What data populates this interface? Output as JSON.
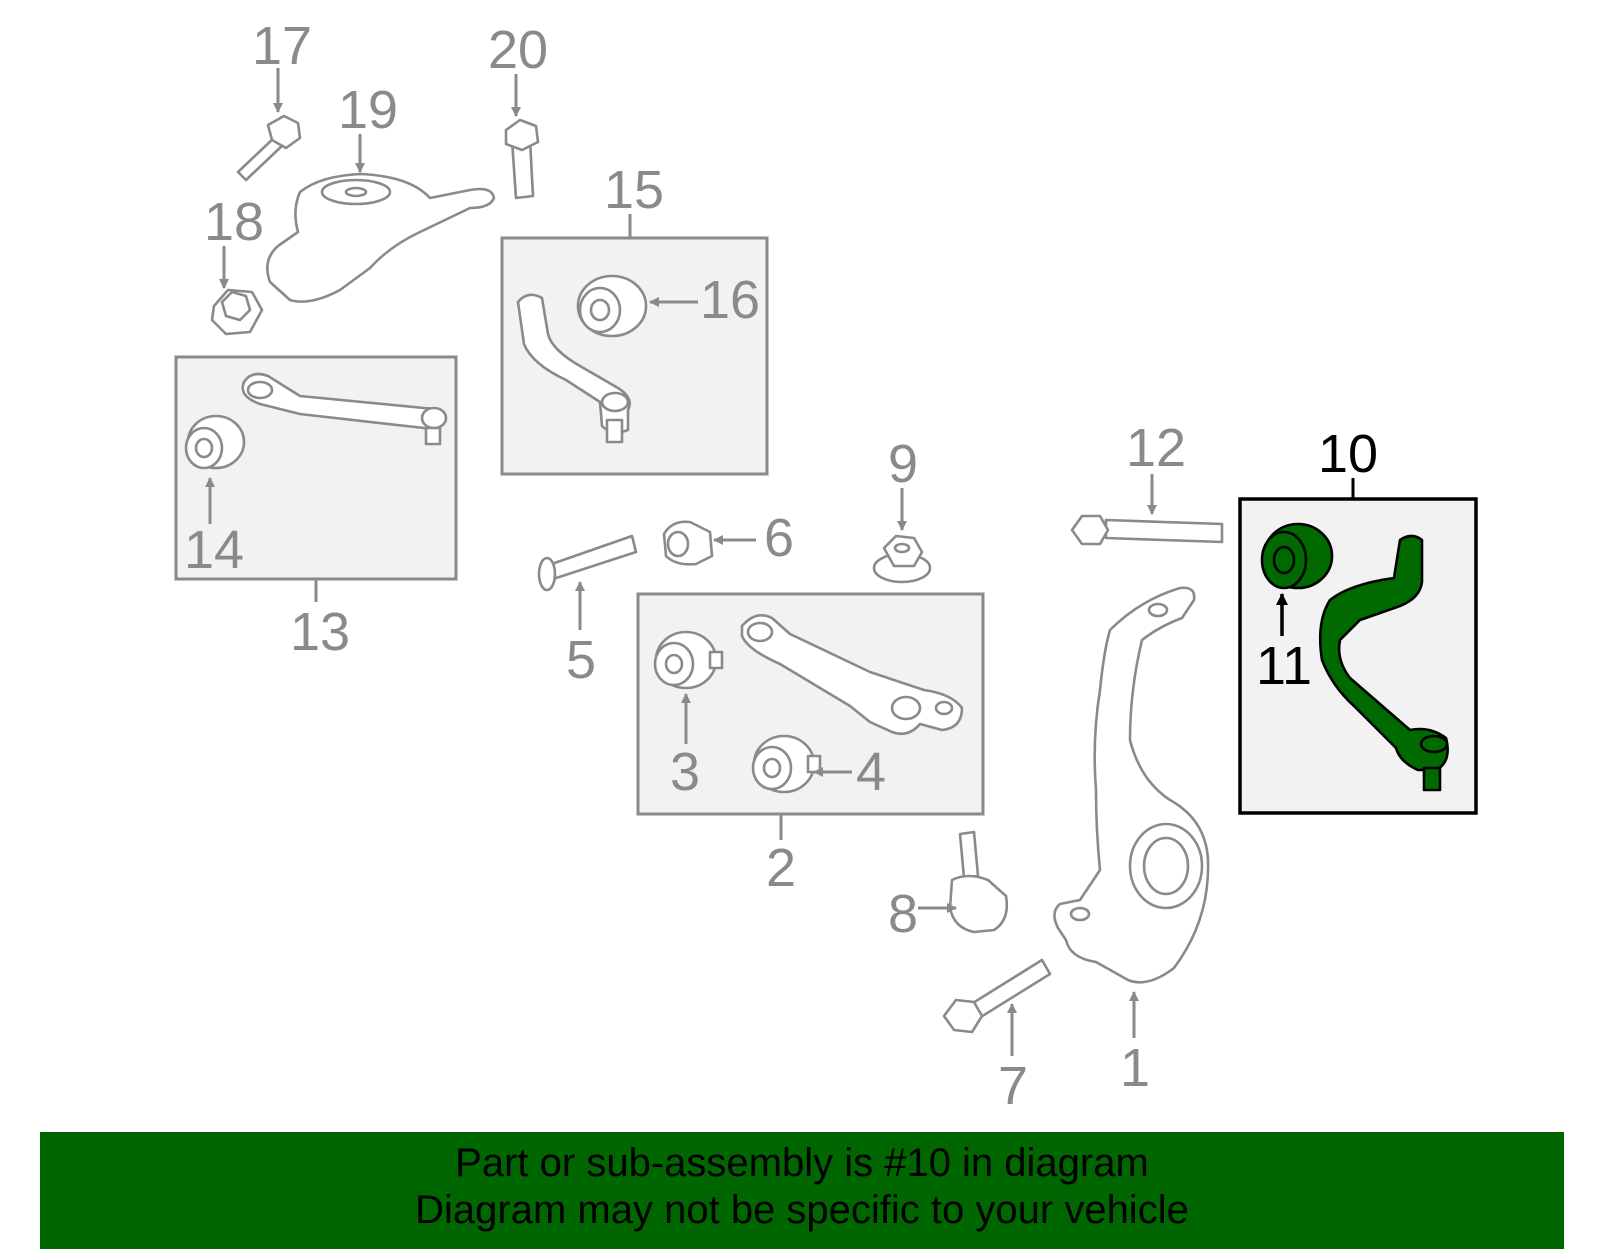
{
  "callouts": {
    "c1": "1",
    "c2": "2",
    "c3": "3",
    "c4": "4",
    "c5": "5",
    "c6": "6",
    "c7": "7",
    "c8": "8",
    "c9": "9",
    "c10": "10",
    "c11": "11",
    "c12": "12",
    "c13": "13",
    "c14": "14",
    "c15": "15",
    "c16": "16",
    "c17": "17",
    "c18": "18",
    "c19": "19",
    "c20": "20"
  },
  "highlighted_part": "10",
  "colors": {
    "highlight": "#006a00",
    "banner": "#006600",
    "part_lines": "#8a8a8a"
  },
  "footer": {
    "line1": "Part or sub-assembly is #10 in diagram",
    "line2": "Diagram may not be specific to your vehicle"
  }
}
